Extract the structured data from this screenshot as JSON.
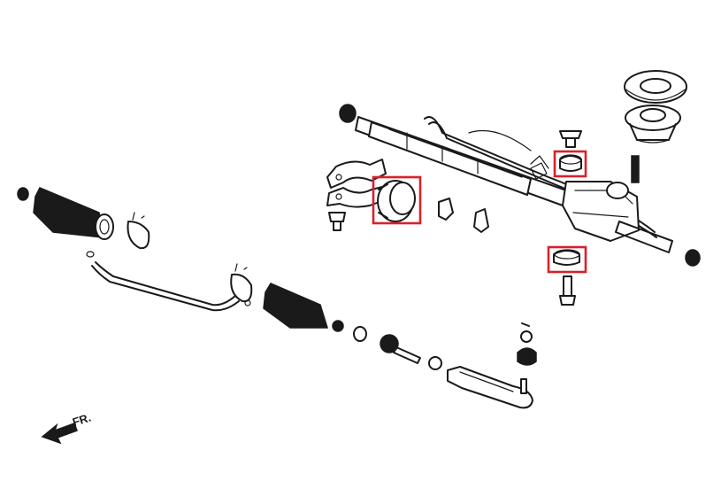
{
  "direction_label": "FR.",
  "colors": {
    "ink": "#1a1a1a",
    "highlight": "#d8222a",
    "background": "#ffffff"
  },
  "highlighted_parts": [
    "rack-mount-bushing-left",
    "rack-mount-bushing-upper-right",
    "rack-mount-bushing-lower-right"
  ]
}
